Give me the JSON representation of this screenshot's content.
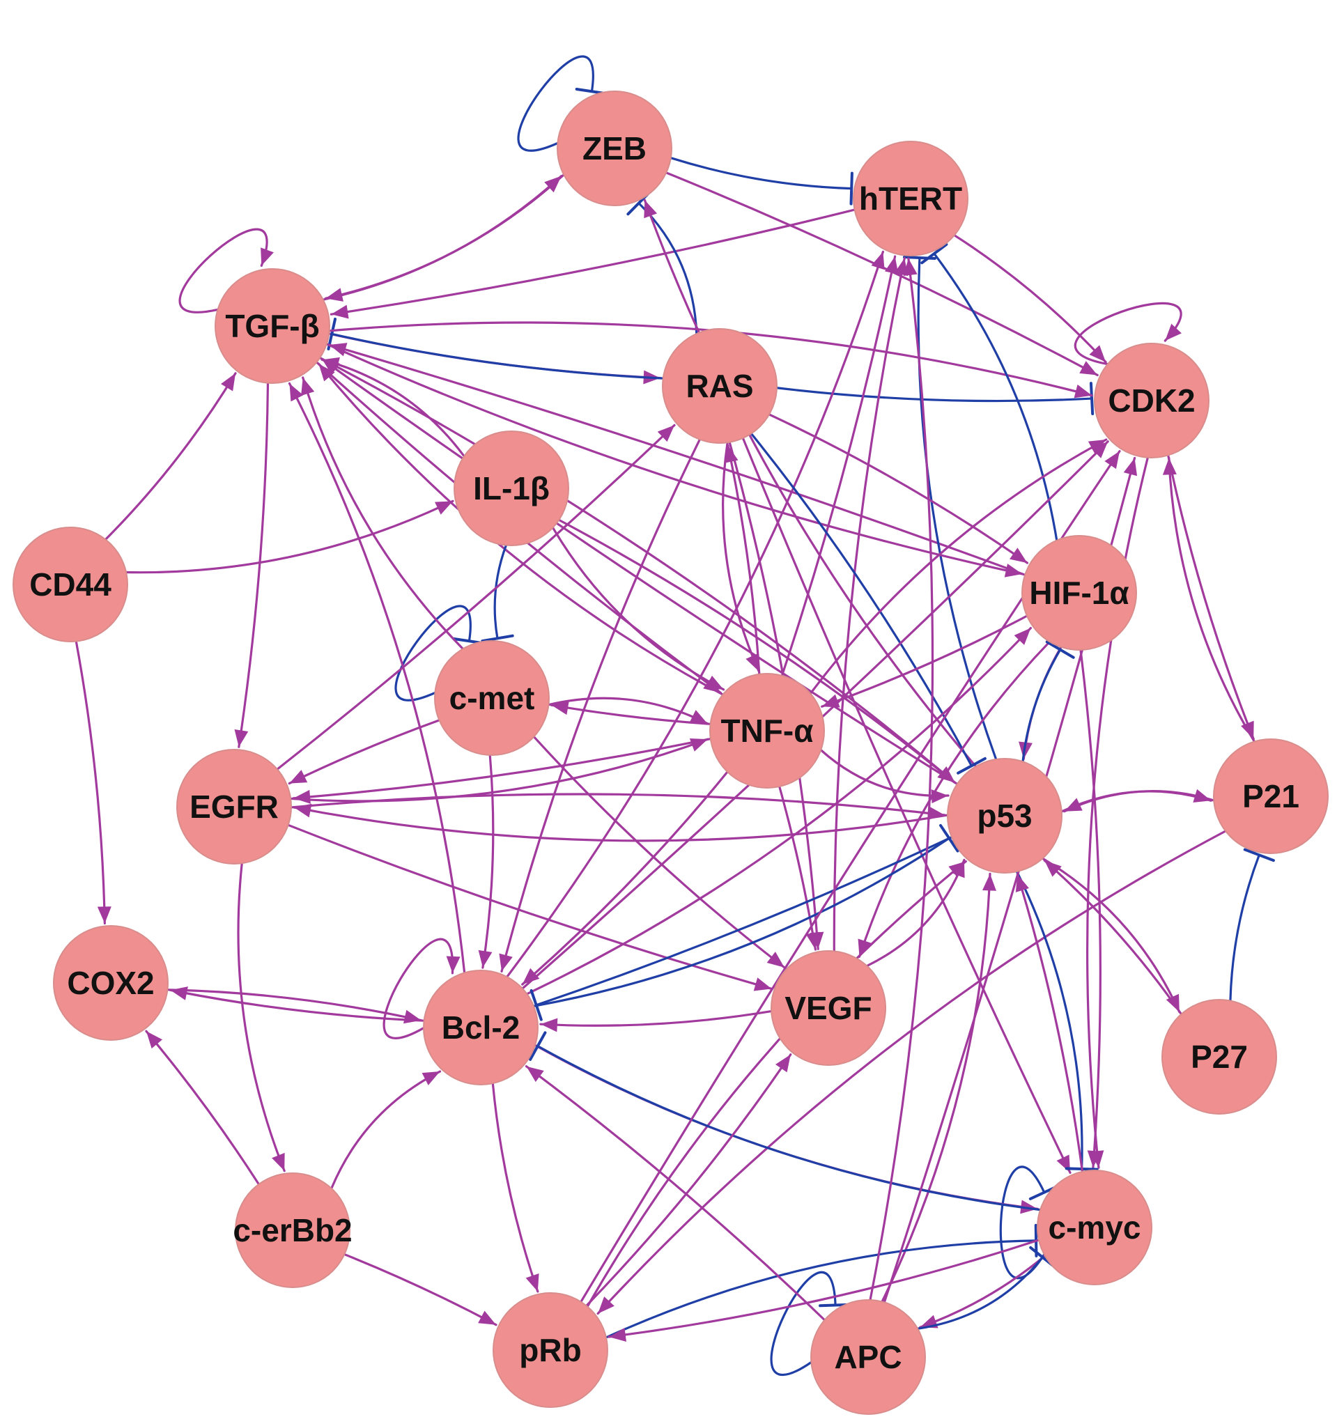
{
  "colors": {
    "node_fill": "#f08f8f",
    "activation": "#a23a9e",
    "inhibition": "#1f3fa6",
    "background": "#ffffff"
  },
  "nodes": [
    {
      "id": "ZEB",
      "label": "ZEB"
    },
    {
      "id": "hTERT",
      "label": "hTERT"
    },
    {
      "id": "TGFb",
      "label": "TGF-β"
    },
    {
      "id": "RAS",
      "label": "RAS"
    },
    {
      "id": "CDK2",
      "label": "CDK2"
    },
    {
      "id": "IL1b",
      "label": "IL-1β"
    },
    {
      "id": "CD44",
      "label": "CD44"
    },
    {
      "id": "HIF1a",
      "label": "HIF-1α"
    },
    {
      "id": "cmet",
      "label": "c-met"
    },
    {
      "id": "TNFa",
      "label": "TNF-α"
    },
    {
      "id": "EGFR",
      "label": "EGFR"
    },
    {
      "id": "p53",
      "label": "p53"
    },
    {
      "id": "P21",
      "label": "P21"
    },
    {
      "id": "COX2",
      "label": "COX2"
    },
    {
      "id": "Bcl2",
      "label": "Bcl-2"
    },
    {
      "id": "VEGF",
      "label": "VEGF"
    },
    {
      "id": "P27",
      "label": "P27"
    },
    {
      "id": "cerBb2",
      "label": "c-erBb2"
    },
    {
      "id": "cmyc",
      "label": "c-myc"
    },
    {
      "id": "pRb",
      "label": "pRb"
    },
    {
      "id": "APC",
      "label": "APC"
    }
  ],
  "edges": [
    {
      "from": "ZEB",
      "to": "ZEB",
      "type": "inhibition"
    },
    {
      "from": "TGFb",
      "to": "TGFb",
      "type": "activation"
    },
    {
      "from": "cmet",
      "to": "cmet",
      "type": "inhibition"
    },
    {
      "from": "CDK2",
      "to": "CDK2",
      "type": "activation"
    },
    {
      "from": "APC",
      "to": "APC",
      "type": "inhibition"
    },
    {
      "from": "cmyc",
      "to": "cmyc",
      "type": "inhibition"
    },
    {
      "from": "Bcl2",
      "to": "Bcl2",
      "type": "activation"
    },
    {
      "from": "ZEB",
      "to": "hTERT",
      "type": "inhibition"
    },
    {
      "from": "TGFb",
      "to": "ZEB",
      "type": "activation"
    },
    {
      "from": "ZEB",
      "to": "TGFb",
      "type": "activation"
    },
    {
      "from": "hTERT",
      "to": "TGFb",
      "type": "activation"
    },
    {
      "from": "RAS",
      "to": "ZEB",
      "type": "inhibition"
    },
    {
      "from": "p53",
      "to": "ZEB",
      "type": "activation"
    },
    {
      "from": "ZEB",
      "to": "CDK2",
      "type": "activation"
    },
    {
      "from": "TGFb",
      "to": "RAS",
      "type": "activation"
    },
    {
      "from": "RAS",
      "to": "TGFb",
      "type": "inhibition"
    },
    {
      "from": "HIF1a",
      "to": "TGFb",
      "type": "activation"
    },
    {
      "from": "RAS",
      "to": "CDK2",
      "type": "inhibition"
    },
    {
      "from": "TGFb",
      "to": "CDK2",
      "type": "activation"
    },
    {
      "from": "hTERT",
      "to": "CDK2",
      "type": "activation"
    },
    {
      "from": "HIF1a",
      "to": "hTERT",
      "type": "inhibition"
    },
    {
      "from": "p53",
      "to": "hTERT",
      "type": "inhibition"
    },
    {
      "from": "TNFa",
      "to": "hTERT",
      "type": "activation"
    },
    {
      "from": "Bcl2",
      "to": "hTERT",
      "type": "activation"
    },
    {
      "from": "VEGF",
      "to": "hTERT",
      "type": "activation"
    },
    {
      "from": "CD44",
      "to": "TGFb",
      "type": "activation"
    },
    {
      "from": "CD44",
      "to": "IL1b",
      "type": "activation"
    },
    {
      "from": "CD44",
      "to": "COX2",
      "type": "activation"
    },
    {
      "from": "TGFb",
      "to": "EGFR",
      "type": "activation"
    },
    {
      "from": "TGFb",
      "to": "HIF1a",
      "type": "activation"
    },
    {
      "from": "TGFb",
      "to": "p53",
      "type": "activation"
    },
    {
      "from": "TGFb",
      "to": "TNFa",
      "type": "activation"
    },
    {
      "from": "IL1b",
      "to": "TGFb",
      "type": "activation"
    },
    {
      "from": "TNFa",
      "to": "TGFb",
      "type": "activation"
    },
    {
      "from": "p53",
      "to": "TGFb",
      "type": "activation"
    },
    {
      "from": "Bcl2",
      "to": "TGFb",
      "type": "activation"
    },
    {
      "from": "cmet",
      "to": "TGFb",
      "type": "activation"
    },
    {
      "from": "IL1b",
      "to": "cmet",
      "type": "inhibition"
    },
    {
      "from": "IL1b",
      "to": "TNFa",
      "type": "activation"
    },
    {
      "from": "IL1b",
      "to": "p53",
      "type": "activation"
    },
    {
      "from": "EGFR",
      "to": "RAS",
      "type": "activation"
    },
    {
      "from": "RAS",
      "to": "TNFa",
      "type": "activation"
    },
    {
      "from": "RAS",
      "to": "p53",
      "type": "inhibition"
    },
    {
      "from": "RAS",
      "to": "HIF1a",
      "type": "activation"
    },
    {
      "from": "RAS",
      "to": "Bcl2",
      "type": "activation"
    },
    {
      "from": "RAS",
      "to": "VEGF",
      "type": "activation"
    },
    {
      "from": "RAS",
      "to": "cmyc",
      "type": "activation"
    },
    {
      "from": "TNFa",
      "to": "RAS",
      "type": "activation"
    },
    {
      "from": "HIF1a",
      "to": "TNFa",
      "type": "activation"
    },
    {
      "from": "HIF1a",
      "to": "p53",
      "type": "activation"
    },
    {
      "from": "HIF1a",
      "to": "VEGF",
      "type": "activation"
    },
    {
      "from": "HIF1a",
      "to": "cmyc",
      "type": "activation"
    },
    {
      "from": "p53",
      "to": "HIF1a",
      "type": "inhibition"
    },
    {
      "from": "Bcl2",
      "to": "HIF1a",
      "type": "activation"
    },
    {
      "from": "TNFa",
      "to": "CDK2",
      "type": "activation"
    },
    {
      "from": "Bcl2",
      "to": "CDK2",
      "type": "activation"
    },
    {
      "from": "CDK2",
      "to": "cmyc",
      "type": "activation"
    },
    {
      "from": "P21",
      "to": "CDK2",
      "type": "activation"
    },
    {
      "from": "CDK2",
      "to": "P21",
      "type": "activation"
    },
    {
      "from": "P21",
      "to": "p53",
      "type": "activation"
    },
    {
      "from": "p53",
      "to": "P21",
      "type": "activation"
    },
    {
      "from": "P27",
      "to": "P21",
      "type": "inhibition"
    },
    {
      "from": "P21",
      "to": "pRb",
      "type": "activation"
    },
    {
      "from": "p53",
      "to": "P27",
      "type": "activation"
    },
    {
      "from": "P27",
      "to": "p53",
      "type": "activation"
    },
    {
      "from": "cmet",
      "to": "EGFR",
      "type": "activation"
    },
    {
      "from": "cmet",
      "to": "TNFa",
      "type": "activation"
    },
    {
      "from": "cmet",
      "to": "Bcl2",
      "type": "activation"
    },
    {
      "from": "cmet",
      "to": "VEGF",
      "type": "activation"
    },
    {
      "from": "TNFa",
      "to": "cmet",
      "type": "activation"
    },
    {
      "from": "TNFa",
      "to": "EGFR",
      "type": "activation"
    },
    {
      "from": "TNFa",
      "to": "p53",
      "type": "activation"
    },
    {
      "from": "TNFa",
      "to": "VEGF",
      "type": "activation"
    },
    {
      "from": "TNFa",
      "to": "Bcl2",
      "type": "activation"
    },
    {
      "from": "EGFR",
      "to": "TNFa",
      "type": "activation"
    },
    {
      "from": "EGFR",
      "to": "p53",
      "type": "activation"
    },
    {
      "from": "EGFR",
      "to": "VEGF",
      "type": "activation"
    },
    {
      "from": "EGFR",
      "to": "cerBb2",
      "type": "activation"
    },
    {
      "from": "p53",
      "to": "EGFR",
      "type": "activation"
    },
    {
      "from": "p53",
      "to": "Bcl2",
      "type": "inhibition"
    },
    {
      "from": "Bcl2",
      "to": "p53",
      "type": "inhibition"
    },
    {
      "from": "p53",
      "to": "cmyc",
      "type": "inhibition"
    },
    {
      "from": "cmyc",
      "to": "p53",
      "type": "activation"
    },
    {
      "from": "APC",
      "to": "p53",
      "type": "activation"
    },
    {
      "from": "pRb",
      "to": "p53",
      "type": "activation"
    },
    {
      "from": "VEGF",
      "to": "Bcl2",
      "type": "activation"
    },
    {
      "from": "VEGF",
      "to": "p53",
      "type": "activation"
    },
    {
      "from": "Bcl2",
      "to": "COX2",
      "type": "activation"
    },
    {
      "from": "COX2",
      "to": "Bcl2",
      "type": "activation"
    },
    {
      "from": "cerBb2",
      "to": "COX2",
      "type": "activation"
    },
    {
      "from": "cerBb2",
      "to": "pRb",
      "type": "activation"
    },
    {
      "from": "Bcl2",
      "to": "pRb",
      "type": "activation"
    },
    {
      "from": "Bcl2",
      "to": "cmyc",
      "type": "activation"
    },
    {
      "from": "cmyc",
      "to": "Bcl2",
      "type": "inhibition"
    },
    {
      "from": "cmyc",
      "to": "APC",
      "type": "activation"
    },
    {
      "from": "APC",
      "to": "cmyc",
      "type": "inhibition"
    },
    {
      "from": "pRb",
      "to": "cmyc",
      "type": "inhibition"
    },
    {
      "from": "APC",
      "to": "Bcl2",
      "type": "activation"
    },
    {
      "from": "pRb",
      "to": "VEGF",
      "type": "activation"
    },
    {
      "from": "cmyc",
      "to": "pRb",
      "type": "activation"
    },
    {
      "from": "APC",
      "to": "CDK2",
      "type": "activation"
    },
    {
      "from": "APC",
      "to": "hTERT",
      "type": "activation"
    },
    {
      "from": "cerBb2",
      "to": "Bcl2",
      "type": "activation"
    },
    {
      "from": "pRb",
      "to": "CDK2",
      "type": "activation"
    }
  ]
}
